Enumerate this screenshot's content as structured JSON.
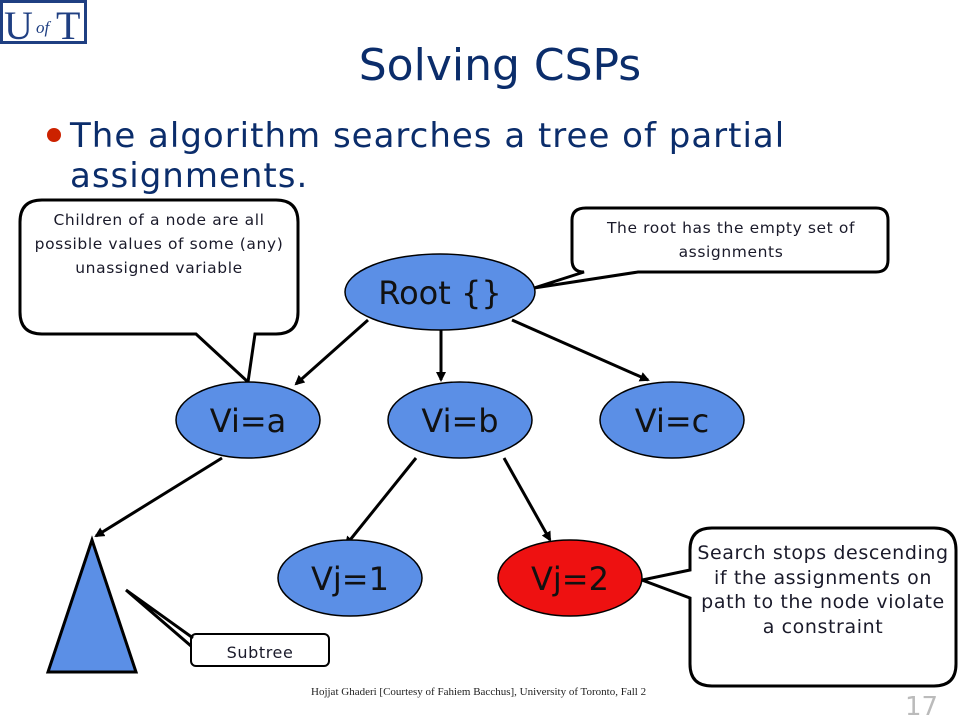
{
  "slide": {
    "title": "Solving CSPs",
    "bullet": "The algorithm searches a tree of partial assignments.",
    "footer": "Hojjat Ghaderi [Courtesy of Fahiem Bacchus], University of Toronto, Fall 2",
    "slide_number": "17"
  },
  "logo": {
    "letter_u": "U",
    "letters_of": "of",
    "letter_t": "T"
  },
  "nodes": {
    "root": "Root {}",
    "vi_a": "Vi=a",
    "vi_b": "Vi=b",
    "vi_c": "Vi=c",
    "vj_1": "Vj=1",
    "vj_2": "Vj=2"
  },
  "callouts": {
    "children": "Children of a node are all possible values of some (any) unassigned variable",
    "root": "The root has the empty set of assignments",
    "stops": "Search stops descending if the assignments on path to the node violate a constraint",
    "subtree": "Subtree"
  },
  "colors": {
    "node_fill": "#5b8fe6",
    "failed_node_fill": "#ee1111",
    "title": "#0b2d6b",
    "bullet": "#cc2200",
    "logo_bg": "#1f3f82"
  }
}
